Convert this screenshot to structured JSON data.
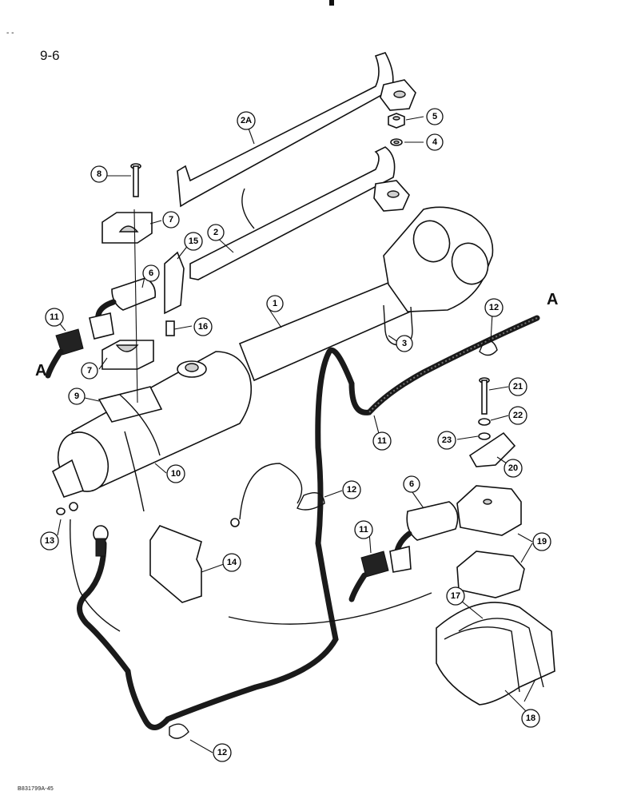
{
  "page": {
    "number": "9-6",
    "doc_code": "B831799A-45",
    "corner_mark": "- -"
  },
  "connector_labels": [
    "A",
    "A"
  ],
  "callouts": [
    {
      "id": "1",
      "label": "1"
    },
    {
      "id": "2",
      "label": "2"
    },
    {
      "id": "2A",
      "label": "2A"
    },
    {
      "id": "3",
      "label": "3"
    },
    {
      "id": "4",
      "label": "4"
    },
    {
      "id": "5",
      "label": "5"
    },
    {
      "id": "6a",
      "label": "6"
    },
    {
      "id": "6b",
      "label": "6"
    },
    {
      "id": "7a",
      "label": "7"
    },
    {
      "id": "7b",
      "label": "7"
    },
    {
      "id": "8",
      "label": "8"
    },
    {
      "id": "9",
      "label": "9"
    },
    {
      "id": "10",
      "label": "10"
    },
    {
      "id": "11a",
      "label": "11"
    },
    {
      "id": "11b",
      "label": "11"
    },
    {
      "id": "11c",
      "label": "11"
    },
    {
      "id": "12a",
      "label": "12"
    },
    {
      "id": "12b",
      "label": "12"
    },
    {
      "id": "12c",
      "label": "12"
    },
    {
      "id": "13",
      "label": "13"
    },
    {
      "id": "14",
      "label": "14"
    },
    {
      "id": "15",
      "label": "15"
    },
    {
      "id": "16",
      "label": "16"
    },
    {
      "id": "17",
      "label": "17"
    },
    {
      "id": "18",
      "label": "18"
    },
    {
      "id": "19",
      "label": "19"
    },
    {
      "id": "20",
      "label": "20"
    },
    {
      "id": "21",
      "label": "21"
    },
    {
      "id": "22",
      "label": "22"
    },
    {
      "id": "23",
      "label": "23"
    }
  ]
}
